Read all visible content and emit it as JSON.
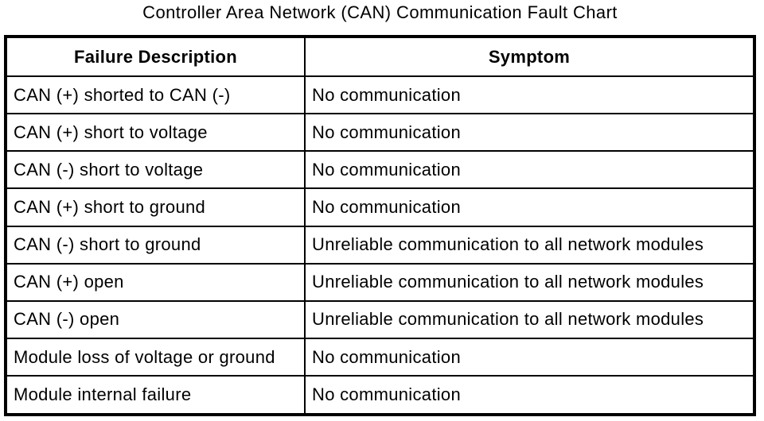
{
  "page": {
    "title": "Controller Area Network (CAN) Communication Fault Chart"
  },
  "fault_table": {
    "headers": {
      "failure": "Failure Description",
      "symptom": "Symptom"
    },
    "rows": [
      {
        "failure": "CAN (+) shorted to CAN (-)",
        "symptom": "No communication"
      },
      {
        "failure": "CAN (+) short to voltage",
        "symptom": "No communication"
      },
      {
        "failure": "CAN (-) short to voltage",
        "symptom": "No communication"
      },
      {
        "failure": "CAN (+) short to ground",
        "symptom": "No communication"
      },
      {
        "failure": "CAN (-) short to ground",
        "symptom": "Unreliable communication to all network modules"
      },
      {
        "failure": "CAN (+) open",
        "symptom": "Unreliable communication to all network modules"
      },
      {
        "failure": "CAN (-) open",
        "symptom": "Unreliable communication to all network modules"
      },
      {
        "failure": "Module loss of voltage or ground",
        "symptom": "No communication"
      },
      {
        "failure": "Module internal failure",
        "symptom": "No communication"
      }
    ]
  },
  "colors": {
    "text": "#000000",
    "border": "#000000",
    "background": "#ffffff"
  }
}
